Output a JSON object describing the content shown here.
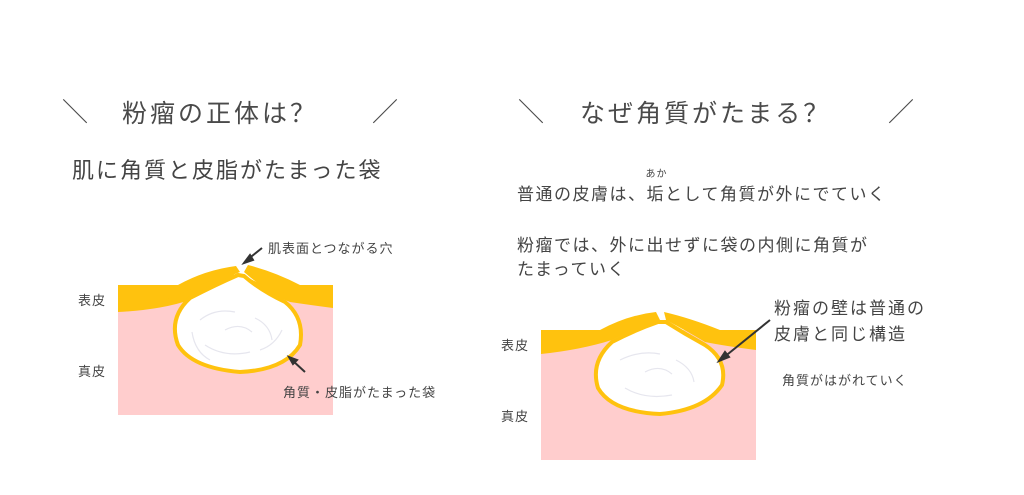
{
  "left": {
    "title": "粉瘤の正体は？",
    "subtitle": "肌に角質と皮脂がたまった袋",
    "diagram": {
      "label_epidermis": "表皮",
      "label_dermis": "真皮",
      "annotation_pore": "肌表面とつながる穴",
      "annotation_sac": "角質・皮脂がたまった袋"
    }
  },
  "right": {
    "title": "なぜ角質がたまる？",
    "line1_before": "普通の皮膚は、",
    "line1_ruby_base": "垢",
    "line1_ruby_text": "あか",
    "line1_after": "として角質が外にでていく",
    "line2a": "粉瘤では、外に出せずに袋の内側に角質が",
    "line2b": "たまっていく",
    "diagram": {
      "label_epidermis": "表皮",
      "label_dermis": "真皮",
      "annotation_wall_1": "粉瘤の壁は普通の",
      "annotation_wall_2": "皮膚と同じ構造",
      "annotation_peel": "角質がはがれていく"
    }
  },
  "decor": {
    "slash_open": "＼",
    "slash_close": "／"
  },
  "colors": {
    "epidermis": "#FFC20E",
    "dermis": "#FFCDCD",
    "sac_fill": "#FFFFFF",
    "text": "#444444"
  }
}
